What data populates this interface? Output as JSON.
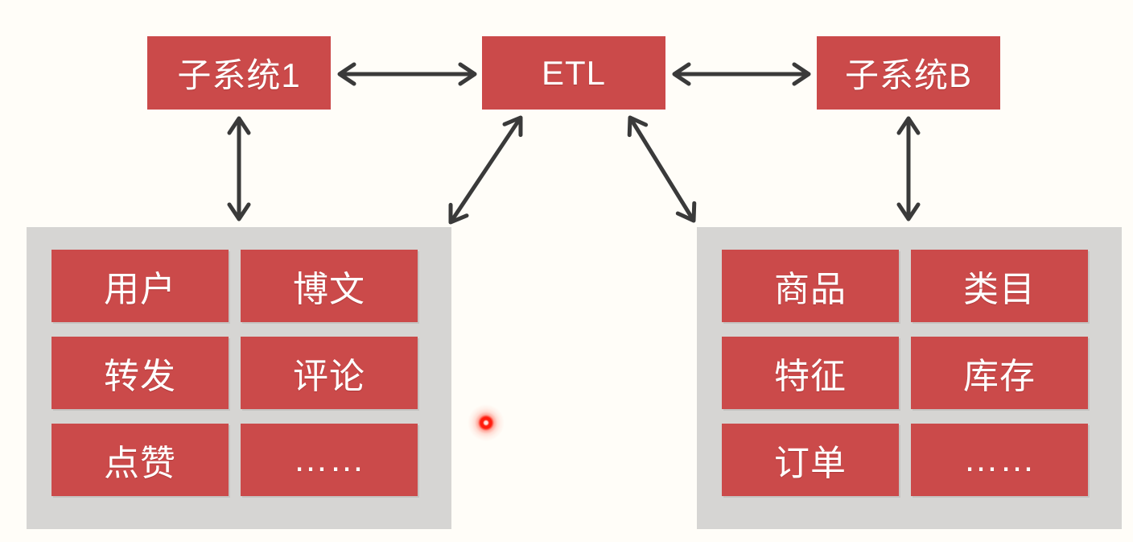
{
  "colors": {
    "background": "#fffdf8",
    "box_red": "#cb4a4a",
    "container_gray": "#d6d5d3",
    "arrow": "#3a3a3a",
    "text_white": "#ffffff"
  },
  "nodes": {
    "subsystem1": "子系统1",
    "etl": "ETL",
    "subsystemB": "子系统B"
  },
  "groups": {
    "left": {
      "items": [
        "用户",
        "博文",
        "转发",
        "评论",
        "点赞",
        "……"
      ]
    },
    "right": {
      "items": [
        "商品",
        "类目",
        "特征",
        "库存",
        "订单",
        "……"
      ]
    }
  },
  "edges": [
    {
      "from": "子系统1",
      "to": "ETL",
      "bidirectional": true
    },
    {
      "from": "ETL",
      "to": "子系统B",
      "bidirectional": true
    },
    {
      "from": "子系统1",
      "to": "left-data-group",
      "bidirectional": true
    },
    {
      "from": "ETL",
      "to": "left-data-group",
      "bidirectional": true
    },
    {
      "from": "ETL",
      "to": "right-data-group",
      "bidirectional": true
    },
    {
      "from": "子系统B",
      "to": "right-data-group",
      "bidirectional": true
    }
  ],
  "pointer": {
    "laser_dot": "red laser pointer dot"
  }
}
